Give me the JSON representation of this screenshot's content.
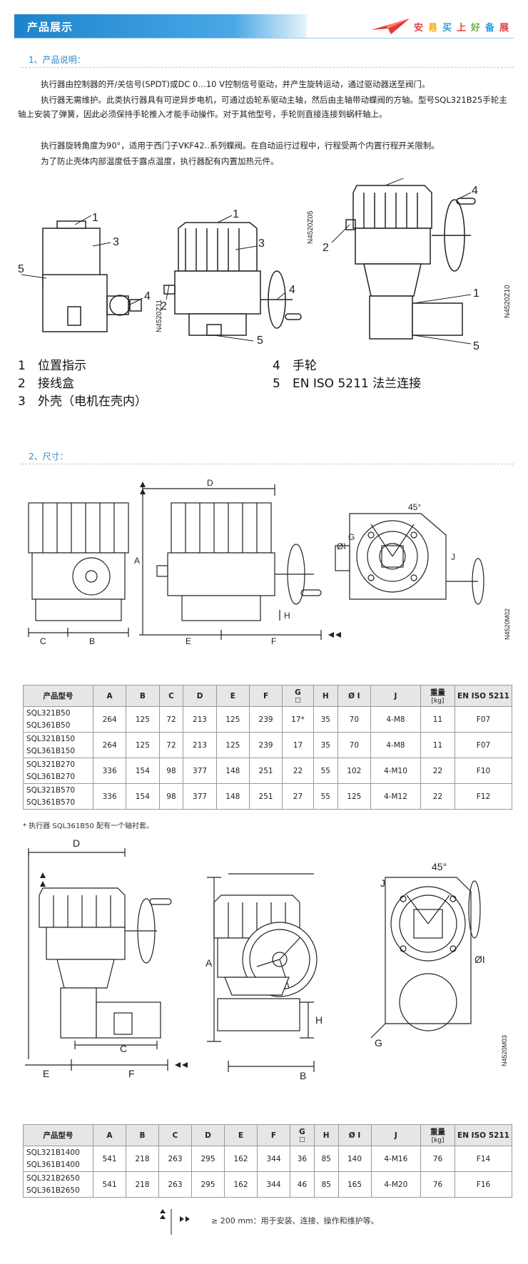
{
  "header": {
    "title": "产品展示",
    "slogan": [
      "安",
      "易",
      "买",
      "上",
      "好",
      "备",
      "展"
    ]
  },
  "section1": {
    "title": "1、产品说明：",
    "paragraphs": [
      "执行器由控制器的开/关信号(SPDT)或DC 0…10 V控制信号驱动，并产生旋转运动，通过驱动器送至阀门。",
      "执行器无需维护。此类执行器具有可逆异步电机，可通过齿轮系驱动主轴，然后由主轴带动蝶阀的方轴。型号SQL321B25手轮主轴上安装了弹簧，因此必须保持手轮推入才能手动操作。对于其他型号，手轮则直接连接到蜗杆轴上。",
      "执行器旋转角度为90°，适用于西门子VKF42..系列蝶阀。在自动运行过程中，行程受两个内置行程开关限制。",
      "为了防止壳体内部温度低于露点温度，执行器配有内置加热元件。"
    ],
    "figure_codes": [
      "N4520Z11",
      "N4520Z05",
      "N4520Z10"
    ],
    "legend": [
      {
        "num": "1",
        "text": "位置指示"
      },
      {
        "num": "2",
        "text": "接线盒"
      },
      {
        "num": "3",
        "text": "外壳（电机在壳内）"
      },
      {
        "num": "4",
        "text": "手轮"
      },
      {
        "num": "5",
        "text": "EN ISO 5211 法兰连接"
      }
    ]
  },
  "section2": {
    "title": "2、尺寸：",
    "figure_codes": [
      "N4520M02",
      "N4520M03"
    ],
    "dim_labels": {
      "a": "A",
      "b": "B",
      "c": "C",
      "d": "D",
      "e": "E",
      "f": "F",
      "g": "G",
      "h": "H",
      "i": "ØI",
      "j": "J",
      "angle": "45°"
    },
    "table1": {
      "headers": [
        "产品型号",
        "A",
        "B",
        "C",
        "D",
        "E",
        "F",
        "G",
        "H",
        "Ø I",
        "J",
        "重量",
        "EN ISO 5211"
      ],
      "g_sub": "□",
      "weight_sub": "[kg]",
      "rows": [
        {
          "models": [
            "SQL321B50",
            "SQL361B50"
          ],
          "values": [
            "264",
            "125",
            "72",
            "213",
            "125",
            "239",
            "17*",
            "35",
            "70",
            "4-M8",
            "11",
            "F07"
          ]
        },
        {
          "models": [
            "SQL321B150",
            "SQL361B150"
          ],
          "values": [
            "264",
            "125",
            "72",
            "213",
            "125",
            "239",
            "17",
            "35",
            "70",
            "4-M8",
            "11",
            "F07"
          ]
        },
        {
          "models": [
            "SQL321B270",
            "SQL361B270"
          ],
          "values": [
            "336",
            "154",
            "98",
            "377",
            "148",
            "251",
            "22",
            "55",
            "102",
            "4-M10",
            "22",
            "F10"
          ]
        },
        {
          "models": [
            "SQL321B570",
            "SQL361B570"
          ],
          "values": [
            "336",
            "154",
            "98",
            "377",
            "148",
            "251",
            "27",
            "55",
            "125",
            "4-M12",
            "22",
            "F12"
          ]
        }
      ],
      "footnote": "* 执行器 SQL361B50 配有一个轴衬套。"
    },
    "table2": {
      "headers": [
        "产品型号",
        "A",
        "B",
        "C",
        "D",
        "E",
        "F",
        "G",
        "H",
        "Ø I",
        "J",
        "重量",
        "EN ISO 5211"
      ],
      "g_sub": "□",
      "weight_sub": "[kg]",
      "rows": [
        {
          "models": [
            "SQL321B1400",
            "SQL361B1400"
          ],
          "values": [
            "541",
            "218",
            "263",
            "295",
            "162",
            "344",
            "36",
            "85",
            "140",
            "4-M16",
            "76",
            "F14"
          ]
        },
        {
          "models": [
            "SQL321B2650",
            "SQL361B2650"
          ],
          "values": [
            "541",
            "218",
            "263",
            "295",
            "162",
            "344",
            "46",
            "85",
            "165",
            "4-M20",
            "76",
            "F16"
          ]
        }
      ]
    },
    "bottom_note": "≥ 200 mm：用于安装、连接、操作和维护等。"
  }
}
